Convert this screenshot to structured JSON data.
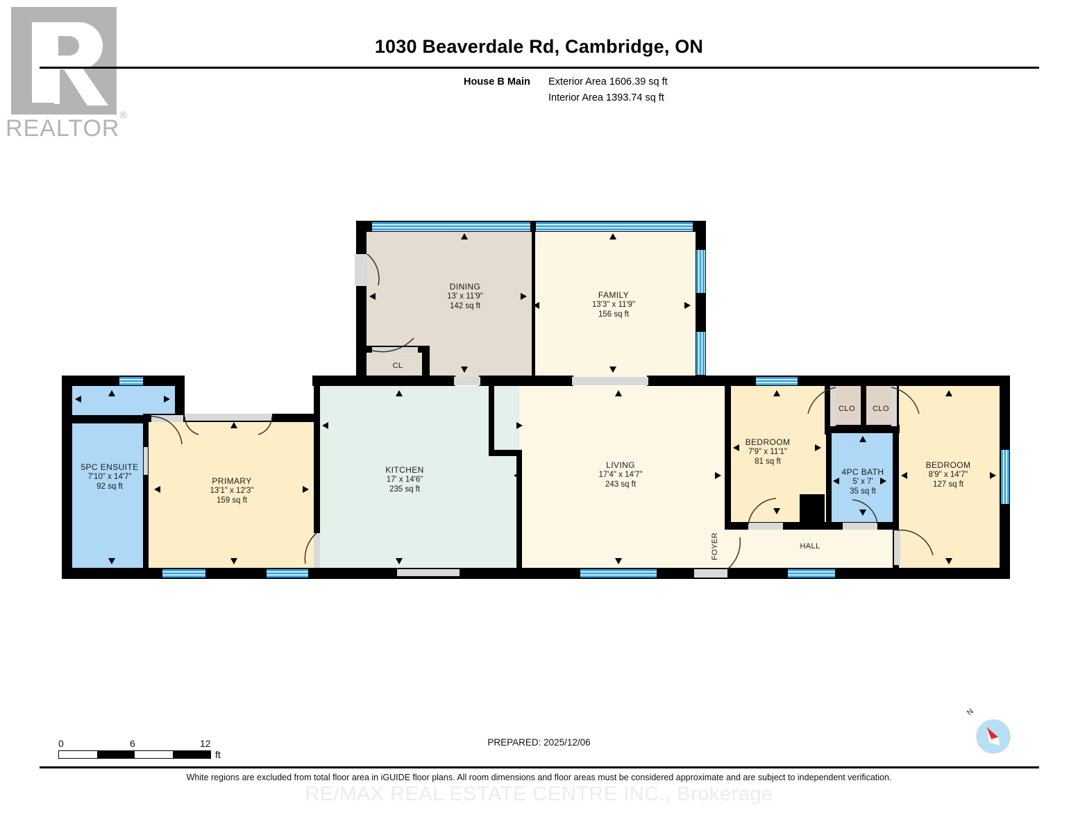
{
  "brand": {
    "realtor_word": "REALTOR",
    "realtor_reg": "®"
  },
  "header": {
    "title": "1030 Beaverdale Rd, Cambridge, ON",
    "plan_label": "House B Main",
    "exterior_area": "Exterior Area 1606.39 sq ft",
    "interior_area": "Interior Area 1393.74 sq ft"
  },
  "rooms": [
    {
      "key": "dining",
      "name": "DINING",
      "dims": "13' x 11'9\"",
      "area": "142 sq ft",
      "fill": "#e4dcd0"
    },
    {
      "key": "family",
      "name": "FAMILY",
      "dims": "13'3\" x 11'9\"",
      "area": "156 sq ft",
      "fill": "#fdf6e3"
    },
    {
      "key": "cl",
      "name": "CL",
      "dims": "",
      "area": "",
      "fill": "#e4dcd0"
    },
    {
      "key": "ensuite",
      "name": "5PC ENSUITE",
      "dims": "7'10\" x 14'7\"",
      "area": "92 sq ft",
      "fill": "#aed8f5"
    },
    {
      "key": "primary",
      "name": "PRIMARY",
      "dims": "13'1\" x 12'3\"",
      "area": "159 sq ft",
      "fill": "#fdeec8"
    },
    {
      "key": "kitchen",
      "name": "KITCHEN",
      "dims": "17' x 14'6\"",
      "area": "235 sq ft",
      "fill": "#e4f0ea"
    },
    {
      "key": "living",
      "name": "LIVING",
      "dims": "17'4\" x 14'7\"",
      "area": "243 sq ft",
      "fill": "#fdf7e5"
    },
    {
      "key": "foyer",
      "name": "FOYER",
      "dims": "",
      "area": "",
      "fill": "#fdf7e5"
    },
    {
      "key": "hall",
      "name": "HALL",
      "dims": "",
      "area": "",
      "fill": "#fdf7e5"
    },
    {
      "key": "bedroom1",
      "name": "BEDROOM",
      "dims": "7'9\" x 11'1\"",
      "area": "81 sq ft",
      "fill": "#fdeec8"
    },
    {
      "key": "clo1",
      "name": "CLO",
      "dims": "",
      "area": "",
      "fill": "#e0d4c6"
    },
    {
      "key": "clo2",
      "name": "CLO",
      "dims": "",
      "area": "",
      "fill": "#e0d4c6"
    },
    {
      "key": "bath",
      "name": "4PC BATH",
      "dims": "5' x 7'",
      "area": "35 sq ft",
      "fill": "#aed8f5"
    },
    {
      "key": "bedroom2",
      "name": "BEDROOM",
      "dims": "8'9\" x 14'7\"",
      "area": "127 sq ft",
      "fill": "#fdeec8"
    }
  ],
  "scale": {
    "t0": "0",
    "t1": "6",
    "t2": "12",
    "unit": "ft"
  },
  "footer": {
    "prepared": "PREPARED: 2025/12/06",
    "disclaimer": "White regions are excluded from total floor area in iGUIDE floor plans. All room dimensions and floor areas must be considered approximate and are subject to independent verification.",
    "watermark": "RE/MAX REAL ESTATE CENTRE INC., Brokerage"
  },
  "compass": {
    "north_label": "N"
  },
  "colors": {
    "wall": "#000000",
    "window": "#3aa5dd",
    "door_opening": "#d9d9d9",
    "brand_gray": "#b4b4b4"
  }
}
